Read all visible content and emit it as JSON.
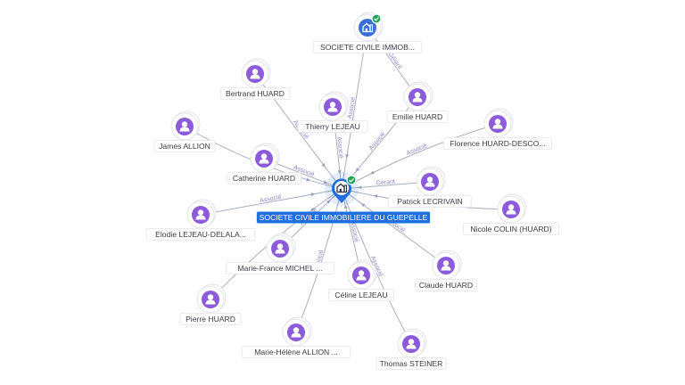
{
  "colors": {
    "person": "#8c5bdc",
    "company": "#3a6fd8",
    "center_pin": "#1f6fe0",
    "edge": "#a9aec4",
    "edge_label": "#8b86c9",
    "verified": "#22a35a"
  },
  "icons": {
    "person": "person-icon",
    "company": "building-icon",
    "verified": "check-icon"
  },
  "center": {
    "id": "center",
    "label": "SOCIETE CIVILE IMMOBILIERE DU GUEPELLE"
  },
  "nodes": [
    {
      "id": "sci-top",
      "type": "company",
      "label": "SOCIETE CIVILE IMMOB...",
      "verified": true
    },
    {
      "id": "bertrand",
      "type": "person",
      "label": "Bertrand HUARD"
    },
    {
      "id": "thierry",
      "type": "person",
      "label": "Thierry LEJEAU"
    },
    {
      "id": "emilie",
      "type": "person",
      "label": "Emilie HUARD"
    },
    {
      "id": "florence",
      "type": "person",
      "label": "Florence HUARD-DESCO..."
    },
    {
      "id": "james",
      "type": "person",
      "label": "James ALLION"
    },
    {
      "id": "catherine",
      "type": "person",
      "label": "Catherine HUARD"
    },
    {
      "id": "patrick",
      "type": "person",
      "label": "Patrick LECRIVAIN"
    },
    {
      "id": "nicole",
      "type": "person",
      "label": "Nicole COLIN (HUARD)"
    },
    {
      "id": "elodie",
      "type": "person",
      "label": "Elodie LEJEAU-DELALA..."
    },
    {
      "id": "marie-france",
      "type": "person",
      "label": "Marie-France MICHEL ..."
    },
    {
      "id": "claude",
      "type": "person",
      "label": "Claude HUARD"
    },
    {
      "id": "celine",
      "type": "person",
      "label": "Céline LEJEAU"
    },
    {
      "id": "pierre",
      "type": "person",
      "label": "Pierre HUARD"
    },
    {
      "id": "marie-helene",
      "type": "person",
      "label": "Marie-Hélène ALLION ..."
    },
    {
      "id": "thomas",
      "type": "person",
      "label": "Thomas STEINER"
    }
  ],
  "edges": [
    {
      "from": "sci-top",
      "to": "center",
      "label": "Associé"
    },
    {
      "from": "bertrand",
      "to": "center",
      "label": "Associé"
    },
    {
      "from": "thierry",
      "to": "center",
      "label": "Associé"
    },
    {
      "from": "emilie",
      "to": "center",
      "label": "Associé"
    },
    {
      "from": "emilie",
      "to": "sci-top",
      "label": "Gérant"
    },
    {
      "from": "florence",
      "to": "center",
      "label": "Associé"
    },
    {
      "from": "james",
      "to": "center",
      "label": ""
    },
    {
      "from": "catherine",
      "to": "center",
      "label": "Associé"
    },
    {
      "from": "patrick",
      "to": "center",
      "label": "Gérant"
    },
    {
      "from": "nicole",
      "to": "center",
      "label": ""
    },
    {
      "from": "elodie",
      "to": "center",
      "label": "Associé"
    },
    {
      "from": "marie-france",
      "to": "center",
      "label": "Associé"
    },
    {
      "from": "claude",
      "to": "center",
      "label": "Associé"
    },
    {
      "from": "celine",
      "to": "center",
      "label": "Associé"
    },
    {
      "from": "pierre",
      "to": "center",
      "label": ""
    },
    {
      "from": "marie-helene",
      "to": "center",
      "label": "Associé"
    },
    {
      "from": "thomas",
      "to": "center",
      "label": "Associé"
    }
  ]
}
